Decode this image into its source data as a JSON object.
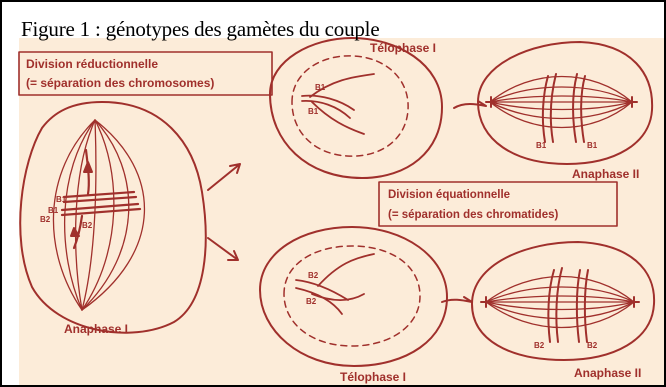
{
  "figure": {
    "caption": "Figure 1 : génotypes des gamètes du couple"
  },
  "labels": {
    "division_reductionnelle": "Division réductionnelle",
    "separation_chromosomes": "(= séparation des chromosomes)",
    "division_equationnelle": "Division équationnelle",
    "separation_chromatides": "(= séparation des chromatides)",
    "anaphase_1": "Anaphase I",
    "telophase_1_top": "Télophase I",
    "telophase_1_bottom": "Télophase I",
    "anaphase_2_top": "Anaphase II",
    "anaphase_2_bottom": "Anaphase II"
  },
  "alleles": {
    "cell1_a": "B1",
    "cell1_b": "B1",
    "cell1_c": "B2",
    "cell1_d": "B2",
    "telo_top_a": "B1",
    "telo_top_b": "B1",
    "telo_bottom_a": "B2",
    "telo_bottom_b": "B2",
    "ana2_top_a": "B1",
    "ana2_top_b": "B1",
    "ana2_bottom_a": "B2",
    "ana2_bottom_b": "B2"
  },
  "colors": {
    "ink": "#a0302c",
    "paper": "#fcecd9"
  }
}
